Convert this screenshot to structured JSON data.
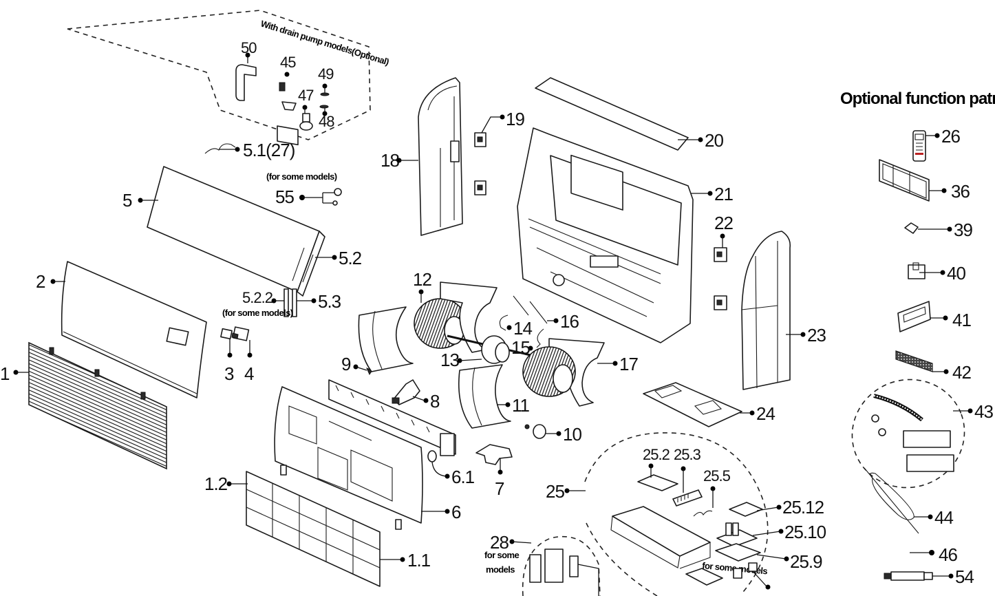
{
  "title": "Optional function patrs",
  "notes": {
    "drain_pump_group": "With drain pump models(Optional)",
    "for_some_models_55": "(for some models)",
    "for_some_models_522": "(for some models)",
    "for_some_models_28_line1": "for some",
    "for_some_models_28_line2": "models",
    "for_some_models_25": "for some models"
  },
  "callouts": {
    "p1": "1",
    "p1_1": "1.1",
    "p1_2": "1.2",
    "p2": "2",
    "p3": "3",
    "p4": "4",
    "p5": "5",
    "p5_1": "5.1(27)",
    "p5_2": "5.2",
    "p5_2_2": "5.2.2",
    "p5_3": "5.3",
    "p6": "6",
    "p6_1": "6.1",
    "p7": "7",
    "p8": "8",
    "p9": "9",
    "p10": "10",
    "p11": "11",
    "p12": "12",
    "p13": "13",
    "p14": "14",
    "p15": "15",
    "p16": "16",
    "p17": "17",
    "p18": "18",
    "p19": "19",
    "p20": "20",
    "p21": "21",
    "p22": "22",
    "p23": "23",
    "p24": "24",
    "p25": "25",
    "p25_2": "25.2",
    "p25_3": "25.3",
    "p25_5": "25.5",
    "p25_9": "25.9",
    "p25_10": "25.10",
    "p25_12": "25.12",
    "p26": "26",
    "p28": "28",
    "p36": "36",
    "p39": "39",
    "p40": "40",
    "p41": "41",
    "p42": "42",
    "p43": "43",
    "p44": "44",
    "p45": "45",
    "p46": "46",
    "p47": "47",
    "p48": "48",
    "p49": "49",
    "p50": "50",
    "p54": "54",
    "p55": "55"
  }
}
